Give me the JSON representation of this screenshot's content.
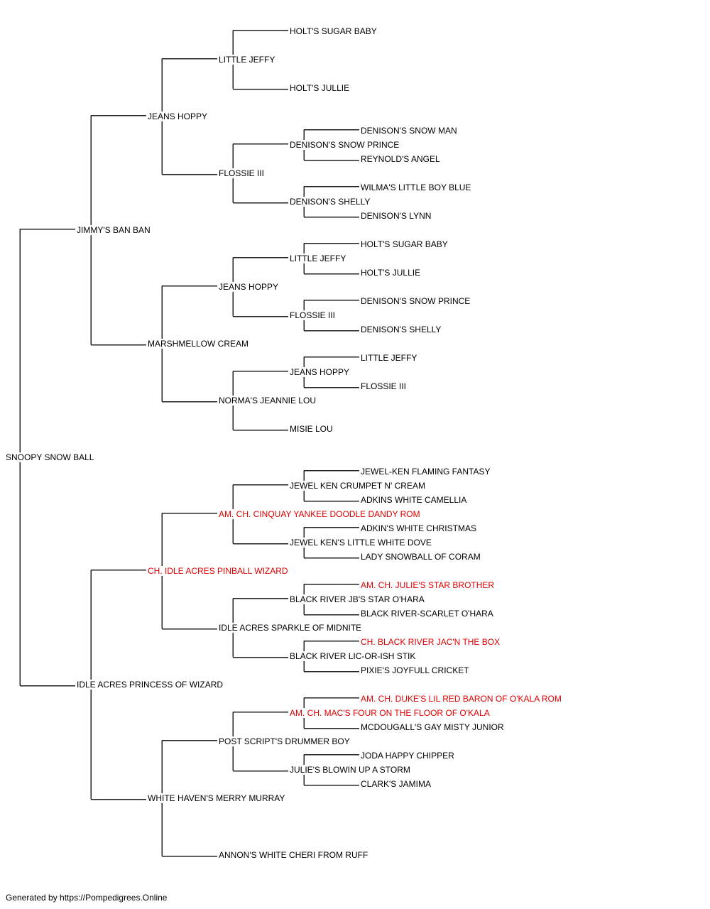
{
  "colors": {
    "normal": "#000000",
    "champion": "#e00000",
    "lines": "#222222"
  },
  "pedigree": {
    "name": "SNOOPY SNOW BALL",
    "children": [
      {
        "name": "JIMMY'S BAN BAN",
        "children": [
          {
            "name": "JEANS HOPPY",
            "children": [
              {
                "name": "LITTLE JEFFY",
                "children": [
                  {
                    "name": "HOLT'S SUGAR BABY"
                  },
                  {
                    "name": "HOLT'S JULLIE"
                  }
                ]
              },
              {
                "name": "FLOSSIE III",
                "children": [
                  {
                    "name": "DENISON'S SNOW PRINCE",
                    "children": [
                      {
                        "name": "DENISON'S SNOW MAN"
                      },
                      {
                        "name": "REYNOLD'S ANGEL"
                      }
                    ]
                  },
                  {
                    "name": "DENISON'S SHELLY",
                    "children": [
                      {
                        "name": "WILMA'S LITTLE BOY BLUE"
                      },
                      {
                        "name": "DENISON'S LYNN"
                      }
                    ]
                  }
                ]
              }
            ]
          },
          {
            "name": "MARSHMELLOW CREAM",
            "children": [
              {
                "name": "JEANS HOPPY",
                "children": [
                  {
                    "name": "LITTLE JEFFY",
                    "children": [
                      {
                        "name": "HOLT'S SUGAR BABY"
                      },
                      {
                        "name": "HOLT'S JULLIE"
                      }
                    ]
                  },
                  {
                    "name": "FLOSSIE III",
                    "children": [
                      {
                        "name": "DENISON'S SNOW PRINCE"
                      },
                      {
                        "name": "DENISON'S SHELLY"
                      }
                    ]
                  }
                ]
              },
              {
                "name": "NORMA'S JEANNIE LOU",
                "children": [
                  {
                    "name": "JEANS HOPPY",
                    "children": [
                      {
                        "name": "LITTLE JEFFY"
                      },
                      {
                        "name": "FLOSSIE III"
                      }
                    ]
                  },
                  {
                    "name": "MISIE LOU"
                  }
                ]
              }
            ]
          }
        ]
      },
      {
        "name": "IDLE ACRES PRINCESS OF WIZARD",
        "children": [
          {
            "name": "CH. IDLE ACRES PINBALL WIZARD",
            "champion": true,
            "children": [
              {
                "name": "AM. CH. CINQUAY YANKEE DOODLE DANDY ROM",
                "champion": true,
                "children": [
                  {
                    "name": "JEWEL KEN CRUMPET N' CREAM",
                    "children": [
                      {
                        "name": "JEWEL-KEN FLAMING FANTASY"
                      },
                      {
                        "name": "ADKINS WHITE CAMELLIA"
                      }
                    ]
                  },
                  {
                    "name": "JEWEL KEN'S LITTLE WHITE DOVE",
                    "children": [
                      {
                        "name": "ADKIN'S WHITE CHRISTMAS"
                      },
                      {
                        "name": "LADY SNOWBALL OF CORAM"
                      }
                    ]
                  }
                ]
              },
              {
                "name": "IDLE ACRES SPARKLE OF MIDNITE",
                "children": [
                  {
                    "name": "BLACK RIVER JB'S STAR O'HARA",
                    "children": [
                      {
                        "name": "AM. CH. JULIE'S STAR BROTHER",
                        "champion": true
                      },
                      {
                        "name": "BLACK RIVER-SCARLET O'HARA"
                      }
                    ]
                  },
                  {
                    "name": "BLACK RIVER LIC-OR-ISH STIK",
                    "children": [
                      {
                        "name": "CH. BLACK RIVER JAC'N THE BOX",
                        "champion": true
                      },
                      {
                        "name": "PIXIE'S JOYFULL CRICKET"
                      }
                    ]
                  }
                ]
              }
            ]
          },
          {
            "name": "WHITE HAVEN'S MERRY MURRAY",
            "children": [
              {
                "name": "POST SCRIPT'S DRUMMER BOY",
                "children": [
                  {
                    "name": "AM. CH. MAC'S FOUR ON THE FLOOR OF O'KALA",
                    "champion": true,
                    "children": [
                      {
                        "name": "AM. CH. DUKE'S LIL RED BARON OF O'KALA ROM",
                        "champion": true
                      },
                      {
                        "name": "MCDOUGALL'S GAY MISTY JUNIOR"
                      }
                    ]
                  },
                  {
                    "name": "JULIE'S BLOWIN UP A STORM",
                    "children": [
                      {
                        "name": "JODA HAPPY CHIPPER"
                      },
                      {
                        "name": "CLARK'S JAMIMA"
                      }
                    ]
                  }
                ]
              },
              {
                "name": "ANNON'S WHITE CHERI FROM RUFF"
              }
            ]
          }
        ]
      }
    ]
  },
  "footer": {
    "text": "Generated by https://Pompedigrees.Online"
  }
}
